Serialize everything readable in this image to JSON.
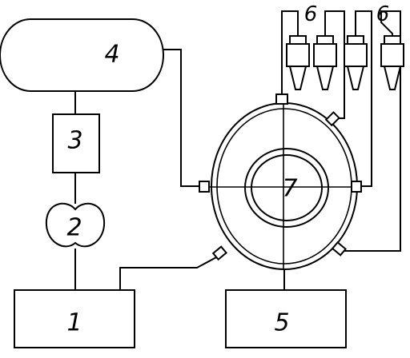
{
  "diagram": {
    "labels": {
      "unit_1": "1",
      "unit_2": "2",
      "unit_3": "3",
      "unit_4": "4",
      "unit_5": "5",
      "injectors_left": "6",
      "injectors_right": "6",
      "core_7": "7"
    }
  }
}
